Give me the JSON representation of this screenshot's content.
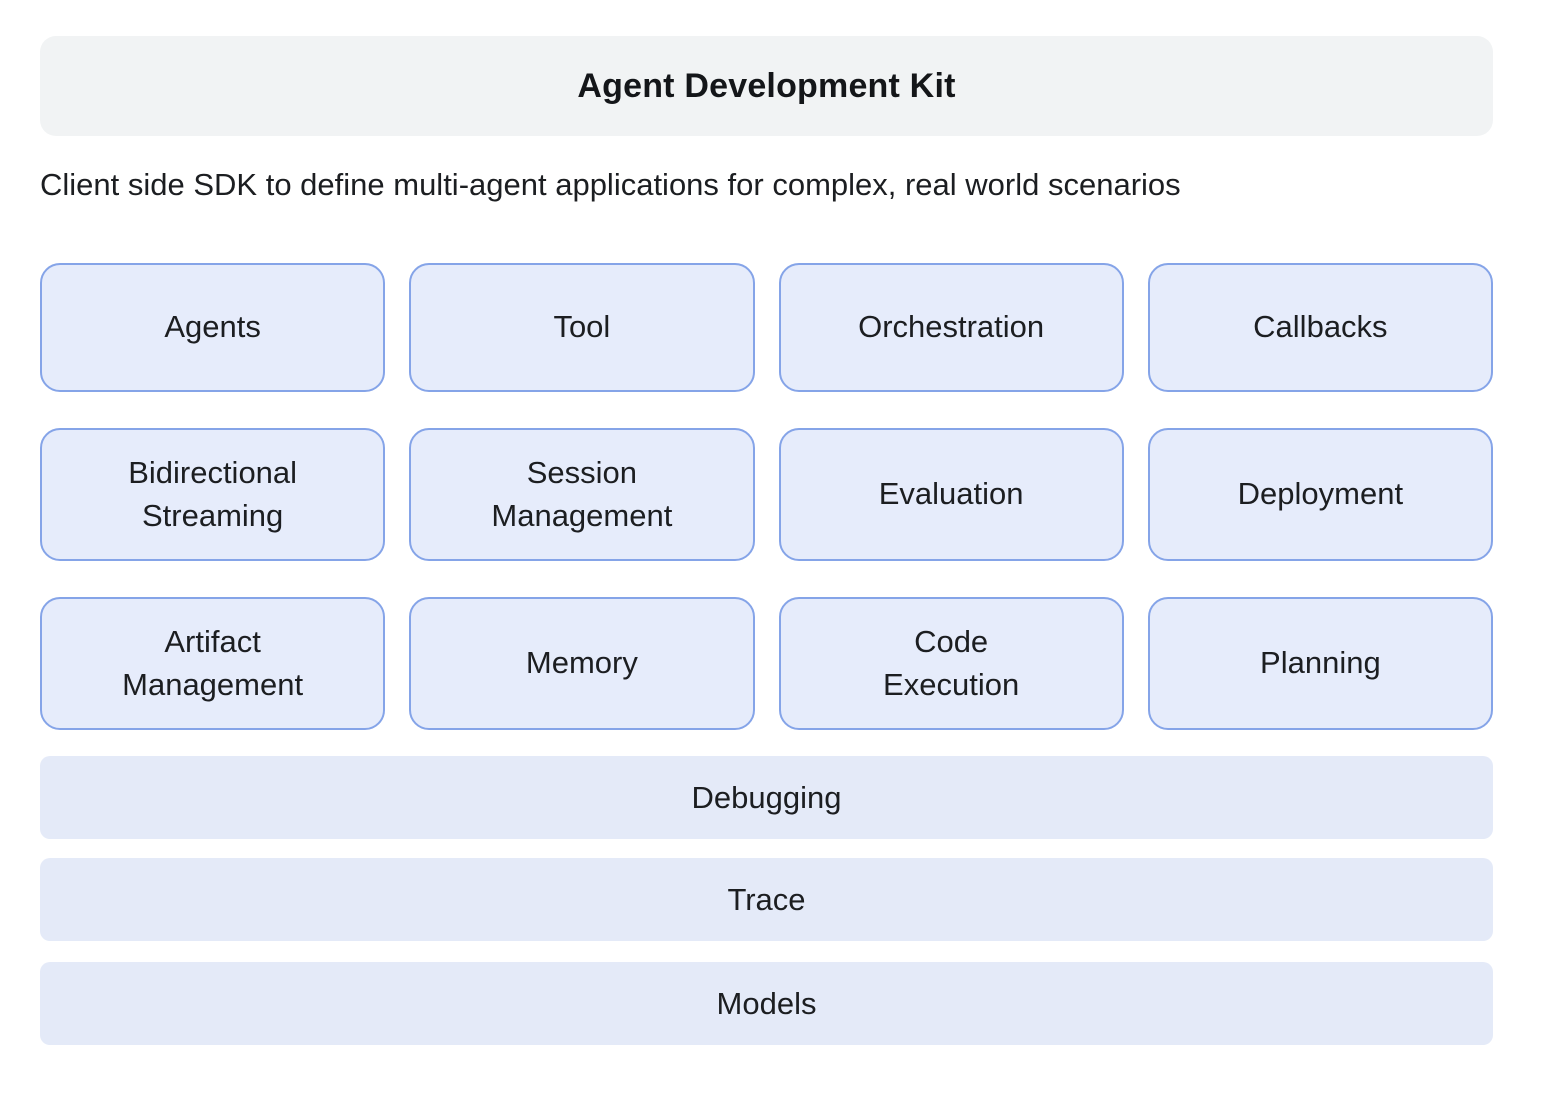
{
  "header": {
    "title": "Agent Development Kit"
  },
  "subtitle": "Client side SDK to define multi-agent applications for complex, real world scenarios",
  "grid": {
    "cells": [
      {
        "label": "Agents"
      },
      {
        "label": "Tool"
      },
      {
        "label": "Orchestration"
      },
      {
        "label": "Callbacks"
      },
      {
        "label": "Bidirectional\nStreaming"
      },
      {
        "label": "Session\nManagement"
      },
      {
        "label": "Evaluation"
      },
      {
        "label": "Deployment"
      },
      {
        "label": "Artifact\nManagement"
      },
      {
        "label": "Memory"
      },
      {
        "label": "Code\nExecution"
      },
      {
        "label": "Planning"
      }
    ]
  },
  "bars": [
    {
      "label": "Debugging"
    },
    {
      "label": "Trace"
    },
    {
      "label": "Models"
    }
  ],
  "colors": {
    "header_bg": "#F1F3F4",
    "box_fill": "#E6ECFB",
    "box_border": "#85A4E8",
    "bar_fill": "#E4EAF8",
    "text": "#1C1E21"
  }
}
